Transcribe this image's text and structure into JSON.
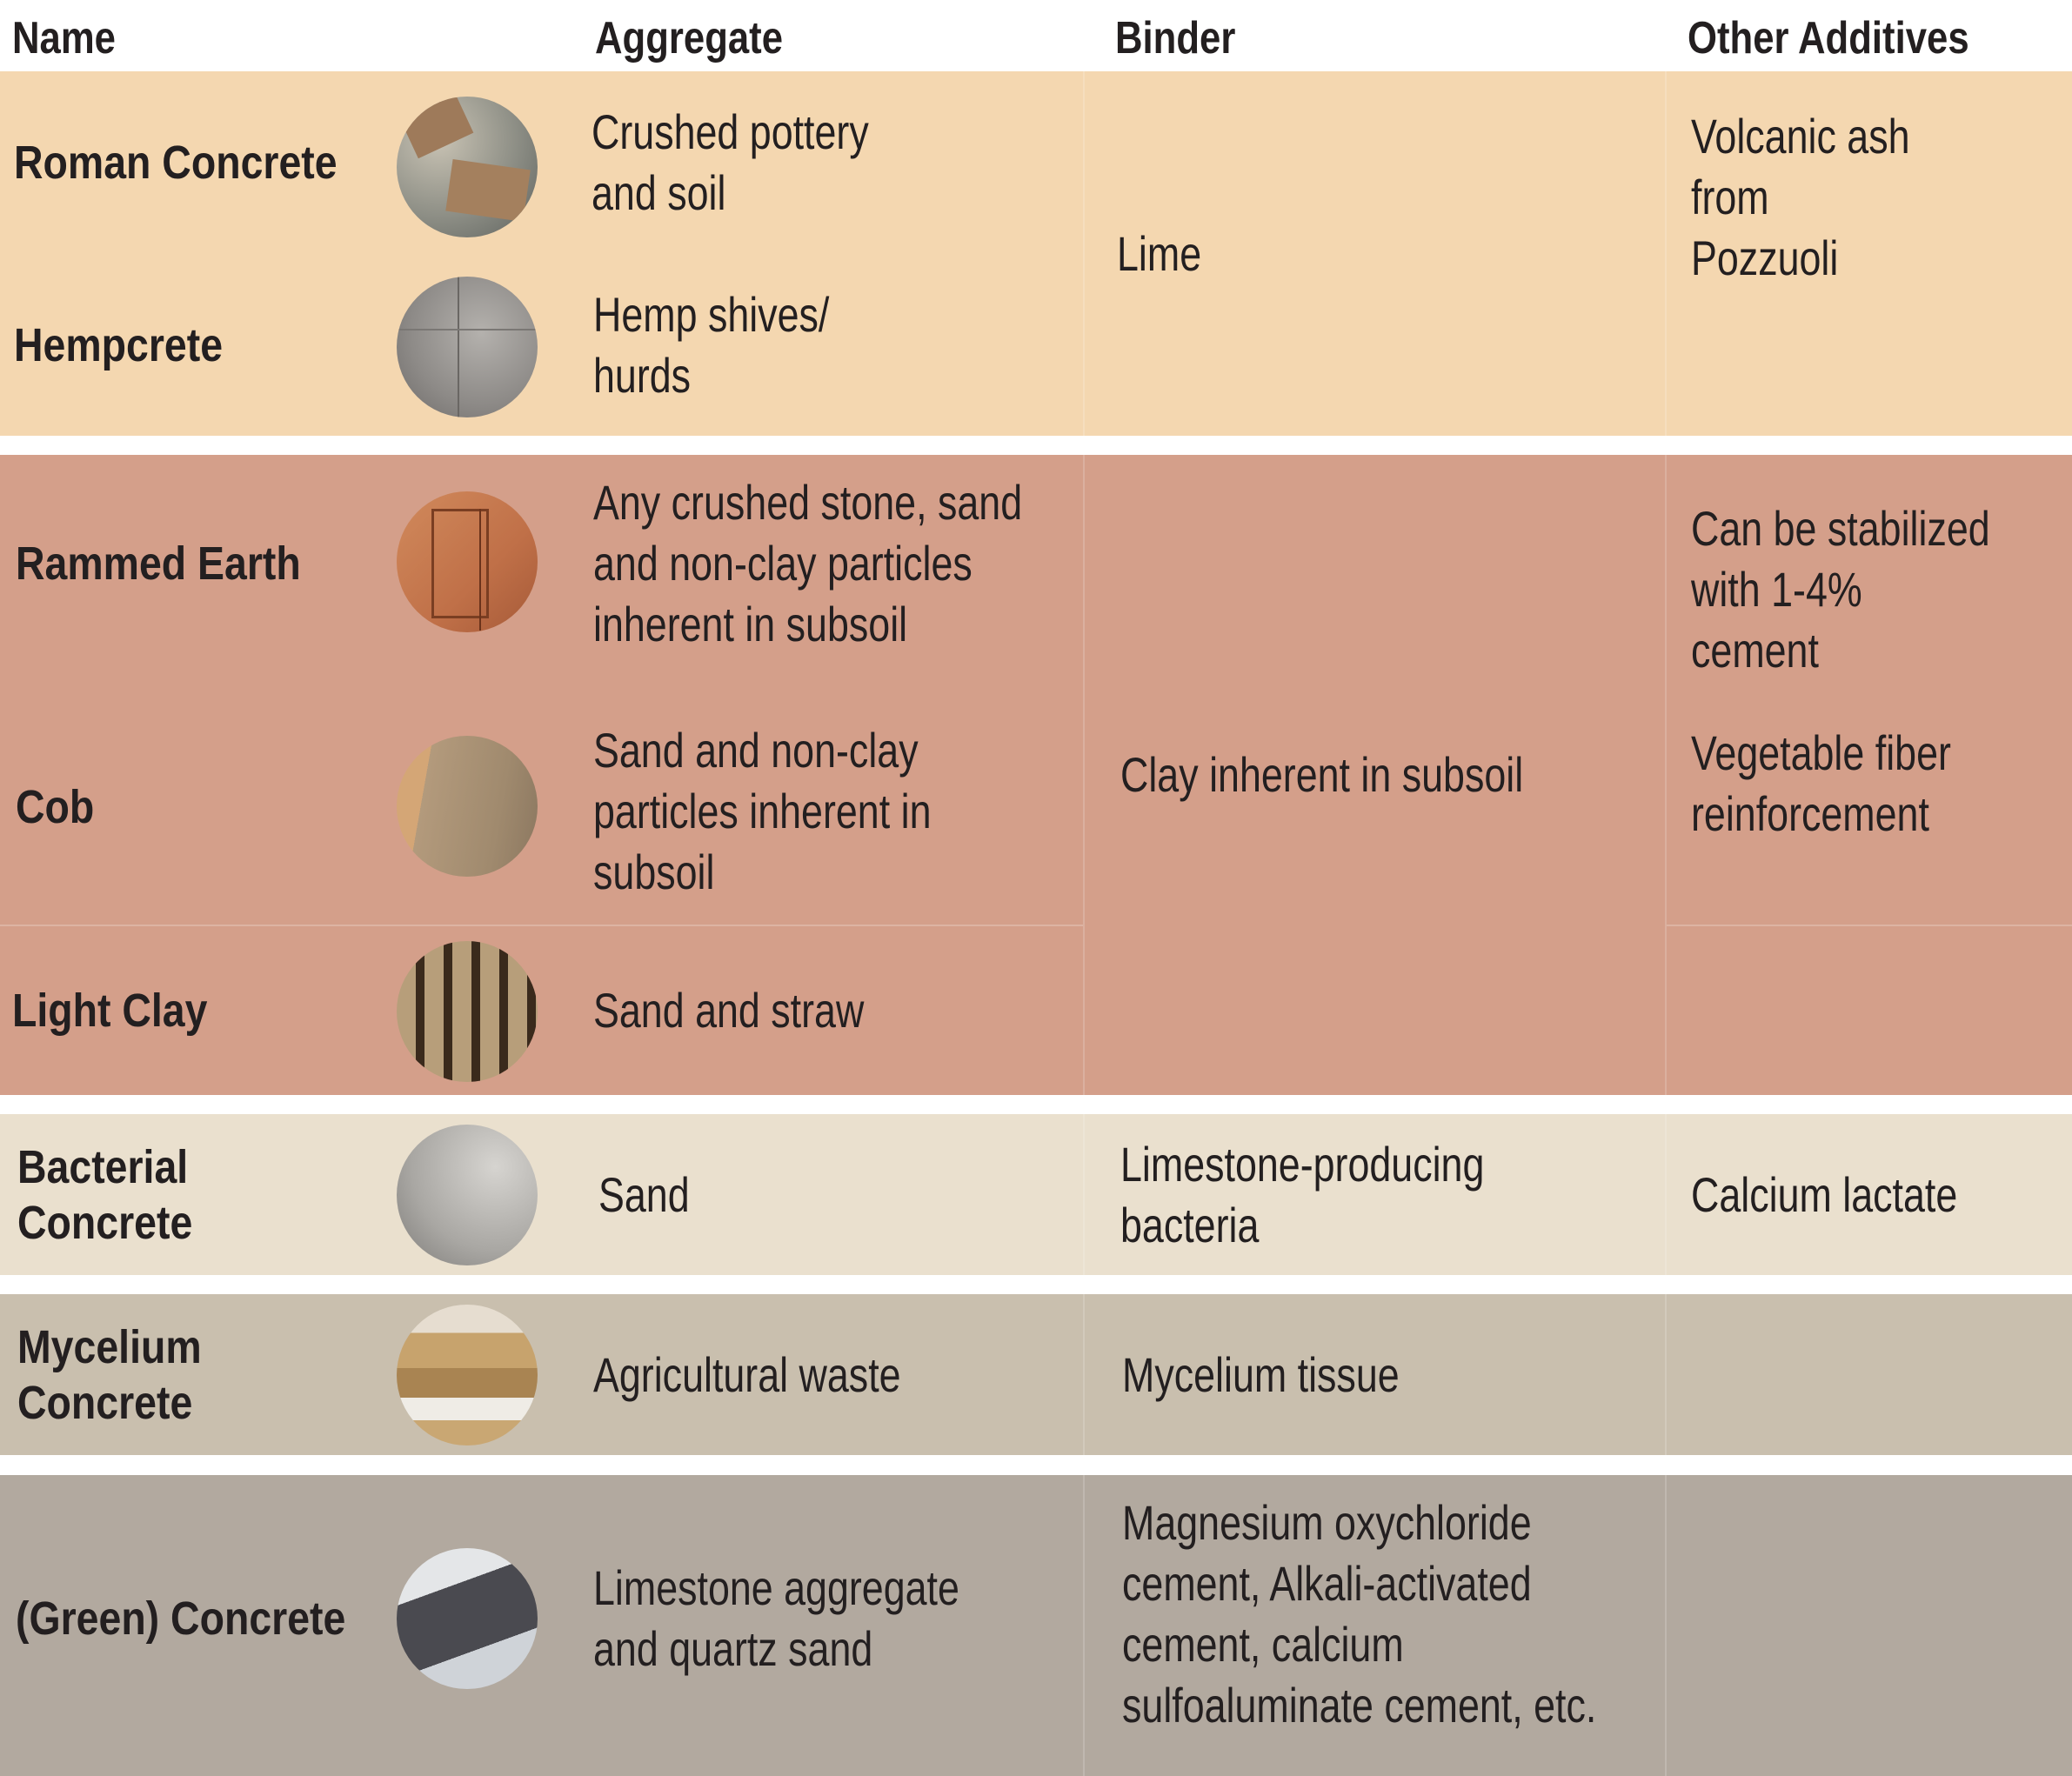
{
  "header": {
    "name": "Name",
    "aggregate": "Aggregate",
    "binder": "Binder",
    "other_additives": "Other Additives"
  },
  "colors": {
    "lime_group": "#F4D7B0",
    "clay_group": "#D49F8A",
    "bacterial_group": "#EAE0CE",
    "mycelium_group": "#C9BFAE",
    "green_concrete_group": "#B2A99F",
    "text": "#231F20"
  },
  "groups": [
    {
      "binder": "Lime",
      "rows": [
        {
          "name": "Roman Concrete",
          "image": "roman-concrete-photo",
          "aggregate": "Crushed pottery\nand soil",
          "additives": "Volcanic ash from\nPozzuoli"
        },
        {
          "name": "Hempcrete",
          "image": "hempcrete-photo",
          "aggregate": "Hemp shives/\nhurds",
          "additives": ""
        }
      ]
    },
    {
      "binder": "Clay inherent in subsoil",
      "rows": [
        {
          "name": "Rammed Earth",
          "image": "rammed-earth-photo",
          "aggregate": "Any crushed stone, sand\nand non-clay particles\ninherent in subsoil",
          "additives": "Can be stabilized\nwith 1-4% cement"
        },
        {
          "name": "Cob",
          "image": "cob-photo",
          "aggregate": "Sand and non-clay\nparticles inherent in\nsubsoil",
          "additives": "Vegetable fiber\nreinforcement"
        },
        {
          "name": "Light Clay",
          "image": "light-clay-photo",
          "aggregate": "Sand and straw",
          "additives": ""
        }
      ]
    },
    {
      "binder": "Limestone-producing\nbacteria",
      "rows": [
        {
          "name": "Bacterial\nConcrete",
          "image": "bacterial-concrete-photo",
          "aggregate": "Sand",
          "additives": "Calcium lactate"
        }
      ]
    },
    {
      "binder": "Mycelium tissue",
      "rows": [
        {
          "name": "Mycelium\nConcrete",
          "image": "mycelium-concrete-photo",
          "aggregate": "Agricultural waste",
          "additives": ""
        }
      ]
    },
    {
      "binder": "Magnesium oxychloride\ncement, Alkali-activated\ncement, calcium\nsulfoaluminate cement, etc.",
      "rows": [
        {
          "name": "(Green) Concrete",
          "image": "green-concrete-photo",
          "aggregate": "Limestone aggregate\nand quartz sand",
          "additives": ""
        }
      ]
    }
  ]
}
